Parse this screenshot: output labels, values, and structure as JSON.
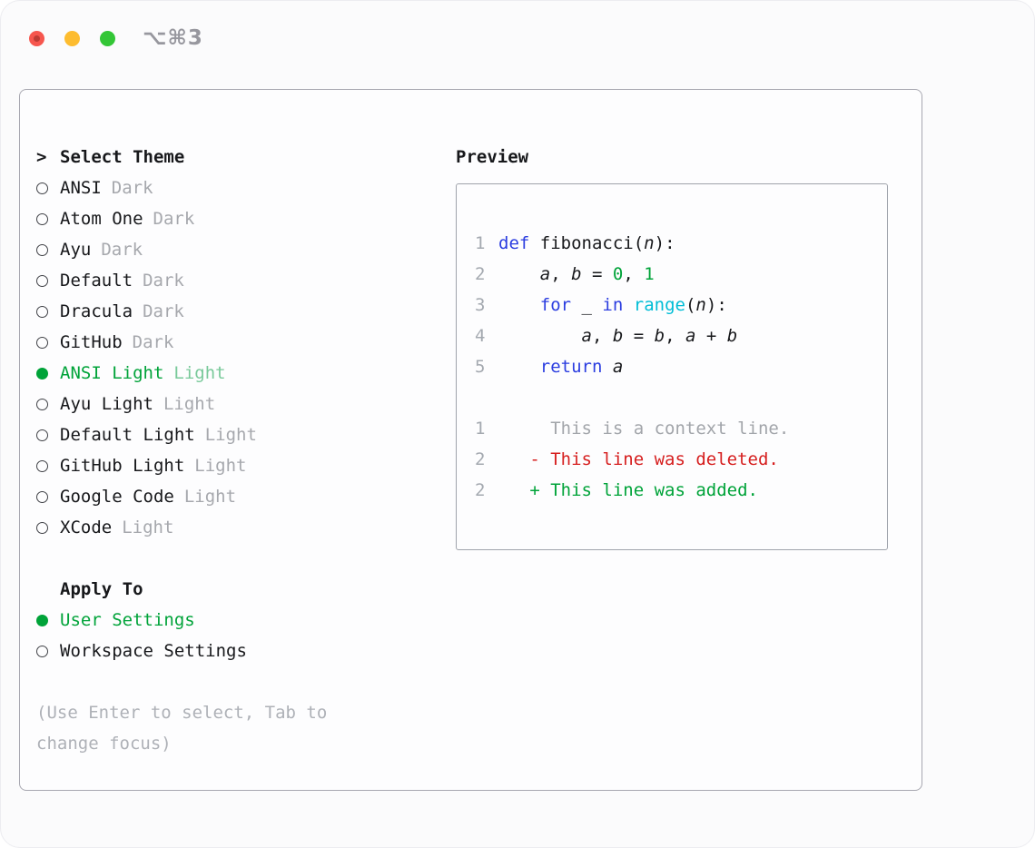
{
  "window": {
    "shortcut": "⌥⌘3"
  },
  "panel": {
    "theme_section": {
      "prompt": ">",
      "title": "Select Theme",
      "themes": [
        {
          "name": "ANSI",
          "variant": "Dark",
          "selected": false
        },
        {
          "name": "Atom One",
          "variant": "Dark",
          "selected": false
        },
        {
          "name": "Ayu",
          "variant": "Dark",
          "selected": false
        },
        {
          "name": "Default",
          "variant": "Dark",
          "selected": false
        },
        {
          "name": "Dracula",
          "variant": "Dark",
          "selected": false
        },
        {
          "name": "GitHub",
          "variant": "Dark",
          "selected": false
        },
        {
          "name": "ANSI Light",
          "variant": "Light",
          "selected": true
        },
        {
          "name": "Ayu Light",
          "variant": "Light",
          "selected": false
        },
        {
          "name": "Default Light",
          "variant": "Light",
          "selected": false
        },
        {
          "name": "GitHub Light",
          "variant": "Light",
          "selected": false
        },
        {
          "name": "Google Code",
          "variant": "Light",
          "selected": false
        },
        {
          "name": "XCode",
          "variant": "Light",
          "selected": false
        }
      ]
    },
    "apply_section": {
      "title": "Apply To",
      "options": [
        {
          "label": "User Settings",
          "selected": true
        },
        {
          "label": "Workspace Settings",
          "selected": false
        }
      ]
    },
    "hint_lines": [
      "(Use Enter to select, Tab to",
      "change focus)"
    ],
    "preview": {
      "title": "Preview",
      "code_lines": [
        {
          "num": "1",
          "segments": [
            {
              "t": "def",
              "c": "kw"
            },
            {
              "t": " fibonacci(",
              "c": "pl"
            },
            {
              "t": "n",
              "c": "var"
            },
            {
              "t": "):",
              "c": "pl"
            }
          ]
        },
        {
          "num": "2",
          "segments": [
            {
              "t": "    ",
              "c": "pl"
            },
            {
              "t": "a",
              "c": "var"
            },
            {
              "t": ", ",
              "c": "pl"
            },
            {
              "t": "b",
              "c": "var"
            },
            {
              "t": " = ",
              "c": "pl"
            },
            {
              "t": "0",
              "c": "num"
            },
            {
              "t": ", ",
              "c": "pl"
            },
            {
              "t": "1",
              "c": "num"
            }
          ]
        },
        {
          "num": "3",
          "segments": [
            {
              "t": "    ",
              "c": "pl"
            },
            {
              "t": "for",
              "c": "kw"
            },
            {
              "t": " _ ",
              "c": "pl"
            },
            {
              "t": "in",
              "c": "kw"
            },
            {
              "t": " ",
              "c": "pl"
            },
            {
              "t": "range",
              "c": "fn"
            },
            {
              "t": "(",
              "c": "pl"
            },
            {
              "t": "n",
              "c": "var"
            },
            {
              "t": "):",
              "c": "pl"
            }
          ]
        },
        {
          "num": "4",
          "segments": [
            {
              "t": "        ",
              "c": "pl"
            },
            {
              "t": "a",
              "c": "var"
            },
            {
              "t": ", ",
              "c": "pl"
            },
            {
              "t": "b",
              "c": "var"
            },
            {
              "t": " = ",
              "c": "pl"
            },
            {
              "t": "b",
              "c": "var"
            },
            {
              "t": ", ",
              "c": "pl"
            },
            {
              "t": "a",
              "c": "var"
            },
            {
              "t": " + ",
              "c": "pl"
            },
            {
              "t": "b",
              "c": "var"
            }
          ]
        },
        {
          "num": "5",
          "segments": [
            {
              "t": "    ",
              "c": "pl"
            },
            {
              "t": "return",
              "c": "kw"
            },
            {
              "t": " ",
              "c": "pl"
            },
            {
              "t": "a",
              "c": "var"
            }
          ]
        }
      ],
      "diff_lines": [
        {
          "num": "1",
          "sign": "",
          "text": "This is a context line.",
          "kind": "context"
        },
        {
          "num": "2",
          "sign": "-",
          "text": "This line was deleted.",
          "kind": "deleted"
        },
        {
          "num": "2",
          "sign": "+",
          "text": "This line was added.",
          "kind": "added"
        }
      ]
    }
  },
  "colors": {
    "keyword": "#2b3de0",
    "function": "#00bdd6",
    "number_literal": "#00a339",
    "added": "#00a339",
    "deleted": "#d61f1f",
    "selected": "#00a339",
    "muted": "#a6a8ad",
    "line_number": "#a4a9b0",
    "text": "#17181b"
  }
}
